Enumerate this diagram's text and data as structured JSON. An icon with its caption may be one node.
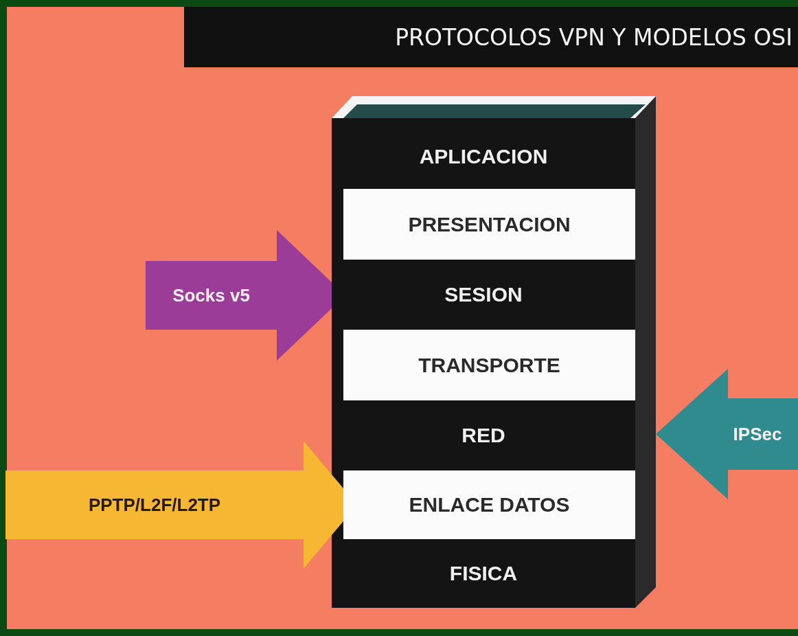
{
  "diagram": {
    "title": "PROTOCOLOS VPN Y MODELOS OSI",
    "nodes": [
      {
        "text": [
          "APLICACION"
        ]
      },
      {
        "text": [
          "PRESENTACION"
        ]
      },
      {
        "text": [
          "SESION"
        ]
      },
      {
        "text": [
          "TRANSPORTE"
        ]
      },
      {
        "text": [
          "RED"
        ]
      },
      {
        "text": [
          "ENLACE DATOS"
        ]
      },
      {
        "text": [
          "FISICA"
        ]
      }
    ],
    "edges": [
      {
        "from": null,
        "to": 2,
        "arrow": "to",
        "label": "Socks v5",
        "color": "#9a3c98"
      },
      {
        "from": null,
        "to": 4,
        "arrow": "to",
        "label": "IPSec",
        "color": "#2f8b8e"
      },
      {
        "from": null,
        "to": 5,
        "arrow": "to",
        "label": "PPTP/L2F/L2TP",
        "color": "#f6b733"
      }
    ]
  }
}
